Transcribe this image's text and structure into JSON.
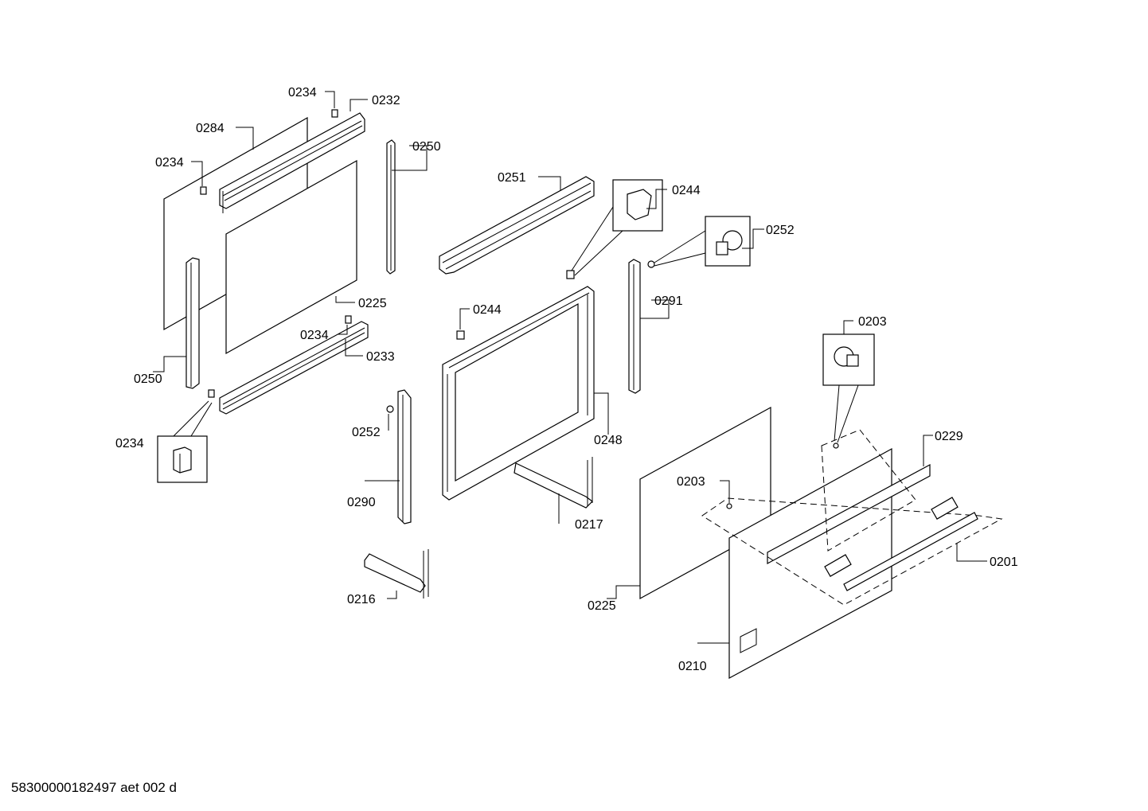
{
  "footer": {
    "document_id": "58300000182497 aet 002 d"
  },
  "labels": {
    "l0234_a": "0234",
    "l0232": "0232",
    "l0284": "0284",
    "l0234_b": "0234",
    "l0250_a": "0250",
    "l0251": "0251",
    "l0244_a": "0244",
    "l0252_a": "0252",
    "l0225_a": "0225",
    "l0234_c": "0234",
    "l0233": "0233",
    "l0244_b": "0244",
    "l0291": "0291",
    "l0203_a": "0203",
    "l0250_b": "0250",
    "l0248": "0248",
    "l0229": "0229",
    "l0234_d": "0234",
    "l0252_b": "0252",
    "l0203_b": "0203",
    "l0290": "0290",
    "l0217": "0217",
    "l0201": "0201",
    "l0216": "0216",
    "l0225_b": "0225",
    "l0210": "0210"
  }
}
